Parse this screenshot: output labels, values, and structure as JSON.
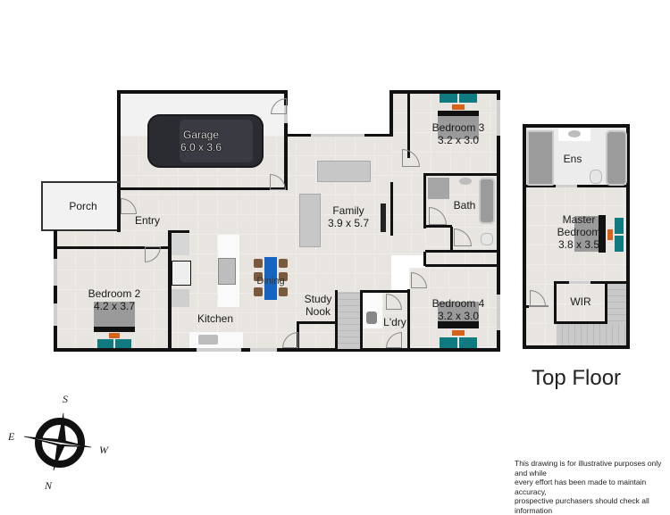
{
  "plan": {
    "rooms": {
      "garage": {
        "name": "Garage",
        "dims": "6.0 x 3.6"
      },
      "porch": {
        "name": "Porch"
      },
      "entry": {
        "name": "Entry"
      },
      "bedroom2": {
        "name": "Bedroom 2",
        "dims": "4.2 x 3.7"
      },
      "kitchen": {
        "name": "Kitchen"
      },
      "dining": {
        "name": "Dining"
      },
      "family": {
        "name": "Family",
        "dims": "3.9 x 5.7"
      },
      "study": {
        "line1": "Study",
        "line2": "Nook"
      },
      "laundry": {
        "name": "L'dry"
      },
      "bedroom3": {
        "name": "Bedroom 3",
        "dims": "3.2 x 3.0"
      },
      "bath": {
        "name": "Bath"
      },
      "bedroom4": {
        "name": "Bedroom 4",
        "dims": "3.2 x 3.0"
      },
      "ensuite": {
        "name": "Ens"
      },
      "master": {
        "line1": "Master",
        "line2": "Bedroom",
        "dims": "3.8 x 3.5"
      },
      "wir": {
        "name": "WIR"
      }
    },
    "top_floor_title": "Top Floor",
    "compass": {
      "top": "S",
      "left": "E",
      "right": "W",
      "bottom": "N"
    },
    "disclaimer": [
      "This drawing is for illustrative purposes only and while",
      "every effort has been made to maintain accuracy,",
      "prospective purchasers should check all information"
    ],
    "colors": {
      "wall": "#111111",
      "floor": "#e8e4e0",
      "bed_pillow": "#0f7a80",
      "bed_throw": "#d6621b",
      "dining_runner": "#1565c0"
    }
  }
}
